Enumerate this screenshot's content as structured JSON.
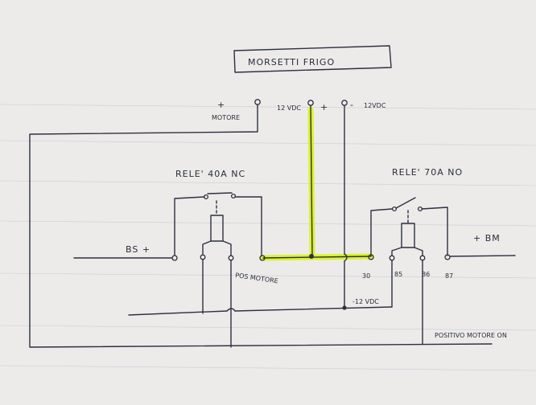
{
  "title": "MORSETTI FRIGO",
  "terminals": {
    "motor_plus_sign": "+",
    "motor_label": "MOTORE",
    "v12_label": "12 VDC",
    "v12_sign": "+",
    "neg_sign": "-",
    "neg_label": "12VDC"
  },
  "relay_nc": {
    "label": "RELE' 40A NC",
    "input_label": "BS +",
    "output_label": "POS MOTORE"
  },
  "relay_no": {
    "label": "RELE' 70A NO",
    "pin_30": "30",
    "pin_85": "85",
    "pin_86": "86",
    "pin_87": "87",
    "output_label": "+ BM",
    "ground_label": "-12 VDC",
    "bottom_label": "POSITIVO MOTORE ON"
  },
  "colors": {
    "ink": "#2e3040",
    "highlight": "#d9f21a",
    "paper": "#ecebea"
  }
}
